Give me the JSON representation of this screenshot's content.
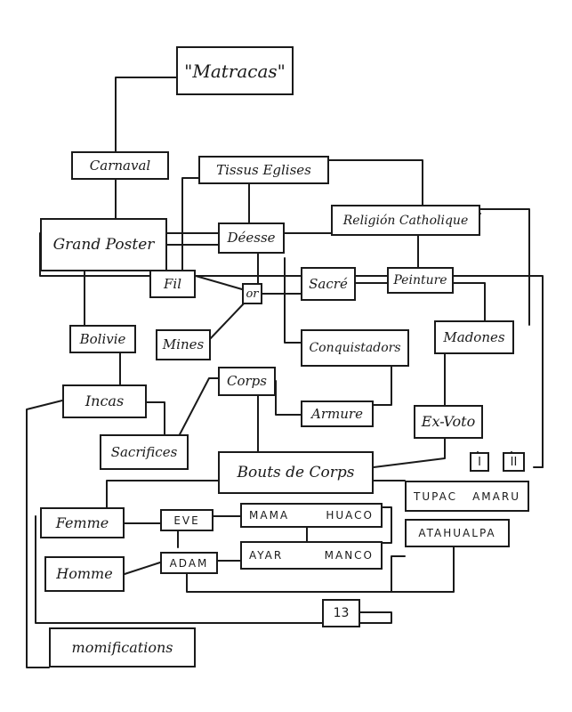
{
  "nodes": {
    "matracas": "\"Matracas\"",
    "carnaval": "Carnaval",
    "tissus_eglises": "Tissus Eglises",
    "grand_poster": "Grand Poster",
    "deesse": "Déesse",
    "religion": "Religión Catholique",
    "fil": "Fil",
    "or": "or",
    "sacre": "Sacré",
    "peinture": "Peinture",
    "bolivie": "Bolivie",
    "mines": "Mines",
    "conquistadors": "Conquistadors",
    "madones": "Madones",
    "corps": "Corps",
    "incas": "Incas",
    "armure": "Armure",
    "ex_voto": "Ex-Voto",
    "sacrifices": "Sacrifices",
    "bouts_de_corps": "Bouts de Corps",
    "roman_one": "I",
    "roman_two": "II",
    "tupac": "TUPAC",
    "amaru": "AMARU",
    "femme": "Femme",
    "eve": "EVE",
    "mama": "MAMA",
    "huaco": "HUACO",
    "atahualpa": "ATAHUALPA",
    "homme": "Homme",
    "adam": "ADAM",
    "ayar": "AYAR",
    "manco": "MANCO",
    "page_number": "13",
    "momifications": "momifications"
  },
  "style": {
    "ink": "#1a1a1a",
    "paper": "#ffffff"
  }
}
